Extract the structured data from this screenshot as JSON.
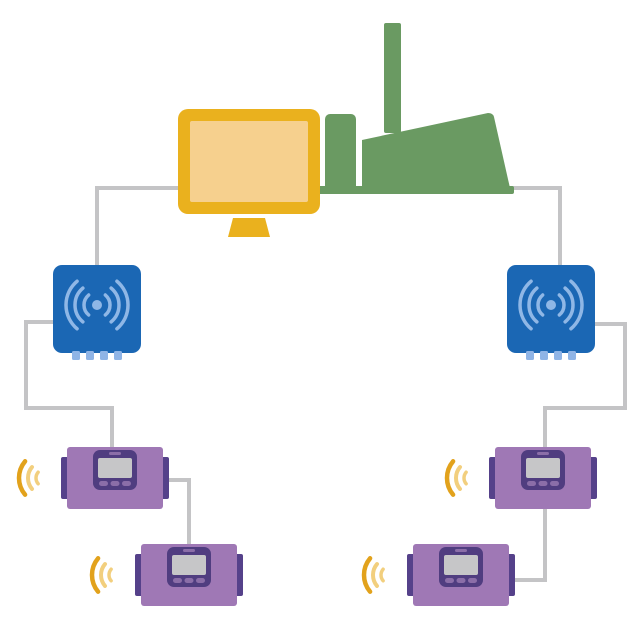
{
  "colors": {
    "background": "#ffffff",
    "wire": "#c4c4c6",
    "monitor_frame": "#eab11e",
    "monitor_screen": "#f6d08e",
    "factory": "#6a9a62",
    "gateway_body": "#1b67b4",
    "gateway_waves": "#8fb7e6",
    "gateway_ports": "#8fb4e6",
    "meter_body": "#9f78b5",
    "meter_end": "#55418a",
    "meter_display_frame": "#503d80",
    "meter_display_screen": "#c6c6c8",
    "meter_button": "#8b6ea8",
    "meter_signal_dark": "#e2a21c",
    "meter_signal_light": "#f2cf7e"
  },
  "icons": {
    "computer": "monitor-icon",
    "factory": "factory-icon",
    "gateway": "wireless-gateway-icon",
    "meter": "meter-device-icon",
    "signal": "wireless-signal-icon"
  },
  "diagram": {
    "gateways": [
      {
        "id": "gateway-left"
      },
      {
        "id": "gateway-right"
      }
    ],
    "meters": [
      {
        "id": "meter-left-1",
        "signal_side": "left",
        "connected_to": "gateway-left"
      },
      {
        "id": "meter-left-2",
        "signal_side": "left",
        "connected_to": "meter-left-1"
      },
      {
        "id": "meter-right-1",
        "signal_side": "left",
        "connected_to": "gateway-right"
      },
      {
        "id": "meter-right-2",
        "signal_side": "left",
        "connected_to": "meter-right-1"
      }
    ]
  }
}
